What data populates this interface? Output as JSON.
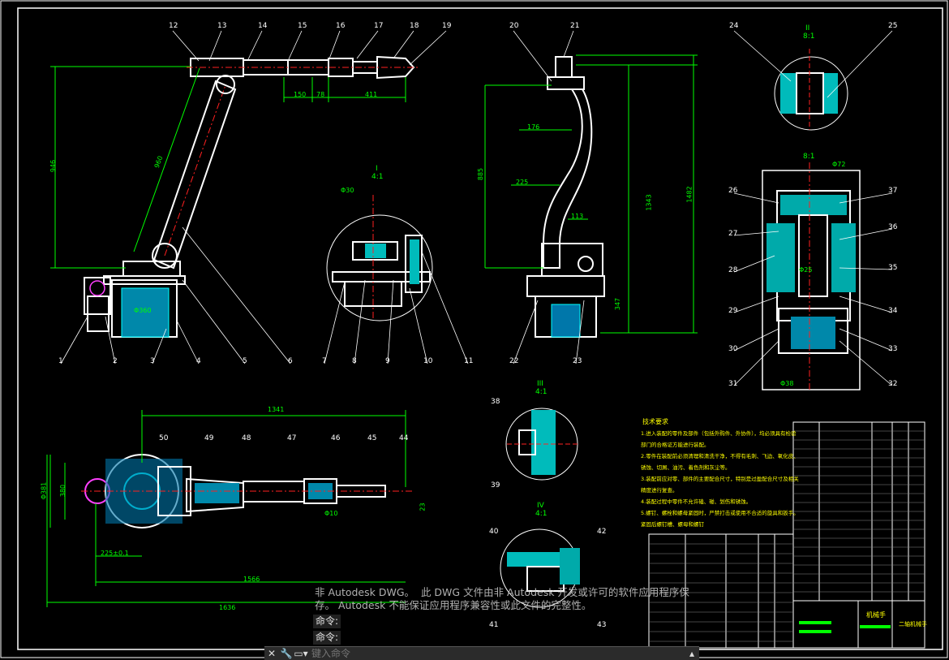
{
  "drawing": {
    "callouts_top_left": [
      "12",
      "13",
      "14",
      "15",
      "16",
      "17",
      "18",
      "19"
    ],
    "callouts_bottom_left": [
      "1",
      "2",
      "3",
      "4",
      "5",
      "6",
      "7",
      "8",
      "9",
      "10",
      "11"
    ],
    "callouts_middle_right": [
      "20",
      "21",
      "22",
      "23"
    ],
    "callouts_detail_II": [
      "24",
      "25"
    ],
    "callouts_detail_V": [
      "26",
      "27",
      "28",
      "29",
      "30",
      "31",
      "37",
      "36",
      "35",
      "34",
      "33",
      "32"
    ],
    "callouts_plan": [
      "50",
      "49",
      "48",
      "47",
      "46",
      "45",
      "44"
    ],
    "callouts_detail_III": [
      "38",
      "39"
    ],
    "callouts_detail_IV": [
      "40",
      "41",
      "42",
      "43"
    ],
    "detail_labels": {
      "I": "I",
      "I_scale": "4:1",
      "II": "II",
      "II_scale": "8:1",
      "III": "III",
      "III_scale": "4:1",
      "IV": "IV",
      "IV_scale": "4:1",
      "V_scale": "8:1"
    },
    "dims": {
      "d946": "946",
      "d960": "960",
      "d150": "150",
      "d78": "78",
      "d411": "411",
      "d176": "176",
      "d225": "225",
      "d113": "113",
      "d885": "885",
      "d1343": "1343",
      "d1482": "1482",
      "d347": "347",
      "phi30": "Φ30",
      "phi72": "Φ72",
      "phi25": "Φ25",
      "phi38": "Φ38",
      "phi360": "Φ360",
      "d1341": "1341",
      "d1566": "1566",
      "d1636": "1636",
      "d225b": "225±0.1",
      "d380": "380",
      "phi381": "Φ381",
      "d23": "23",
      "phi10": "Φ10"
    },
    "tech_title": "技术要求",
    "tech_notes": [
      "1.进入装配的零件及部件（包括外购件、外协件），均必须具有检验",
      "部门的合格证方能进行装配。",
      "2.零件在装配前必须清理和清洗干净，不得有毛刺、飞边、氧化皮、",
      "锈蚀、切屑、油污、着色剂和灰尘等。",
      "3.装配前应对零、部件的主要配合尺寸，特别是过盈配合尺寸及相关",
      "精度进行复查。",
      "4.装配过程中零件不允许磕、碰、划伤和锈蚀。",
      "5.螺钉、螺栓和螺母紧固时，严禁打击或使用不合适的旋具和扳手。",
      "紧固后螺钉槽、螺母和螺钉"
    ],
    "title_block_name": "机械手",
    "title_block_drawing": "二轴机械手"
  },
  "notice": "非 Autodesk DWG。  此 DWG 文件由非 Autodesk 开发或许可的软件应用程序保存。 Autodesk 不能保证应用程序兼容性或此文件的完整性。",
  "command_history": [
    "命令:",
    "命令:"
  ],
  "command_input": {
    "placeholder": "键入命令"
  },
  "colors": {
    "bg": "#000000",
    "white": "#ffffff",
    "green": "#00ff00",
    "red": "#ff2020",
    "cyan": "#00ffff",
    "yellow": "#ffff00",
    "magenta": "#ff40ff"
  }
}
